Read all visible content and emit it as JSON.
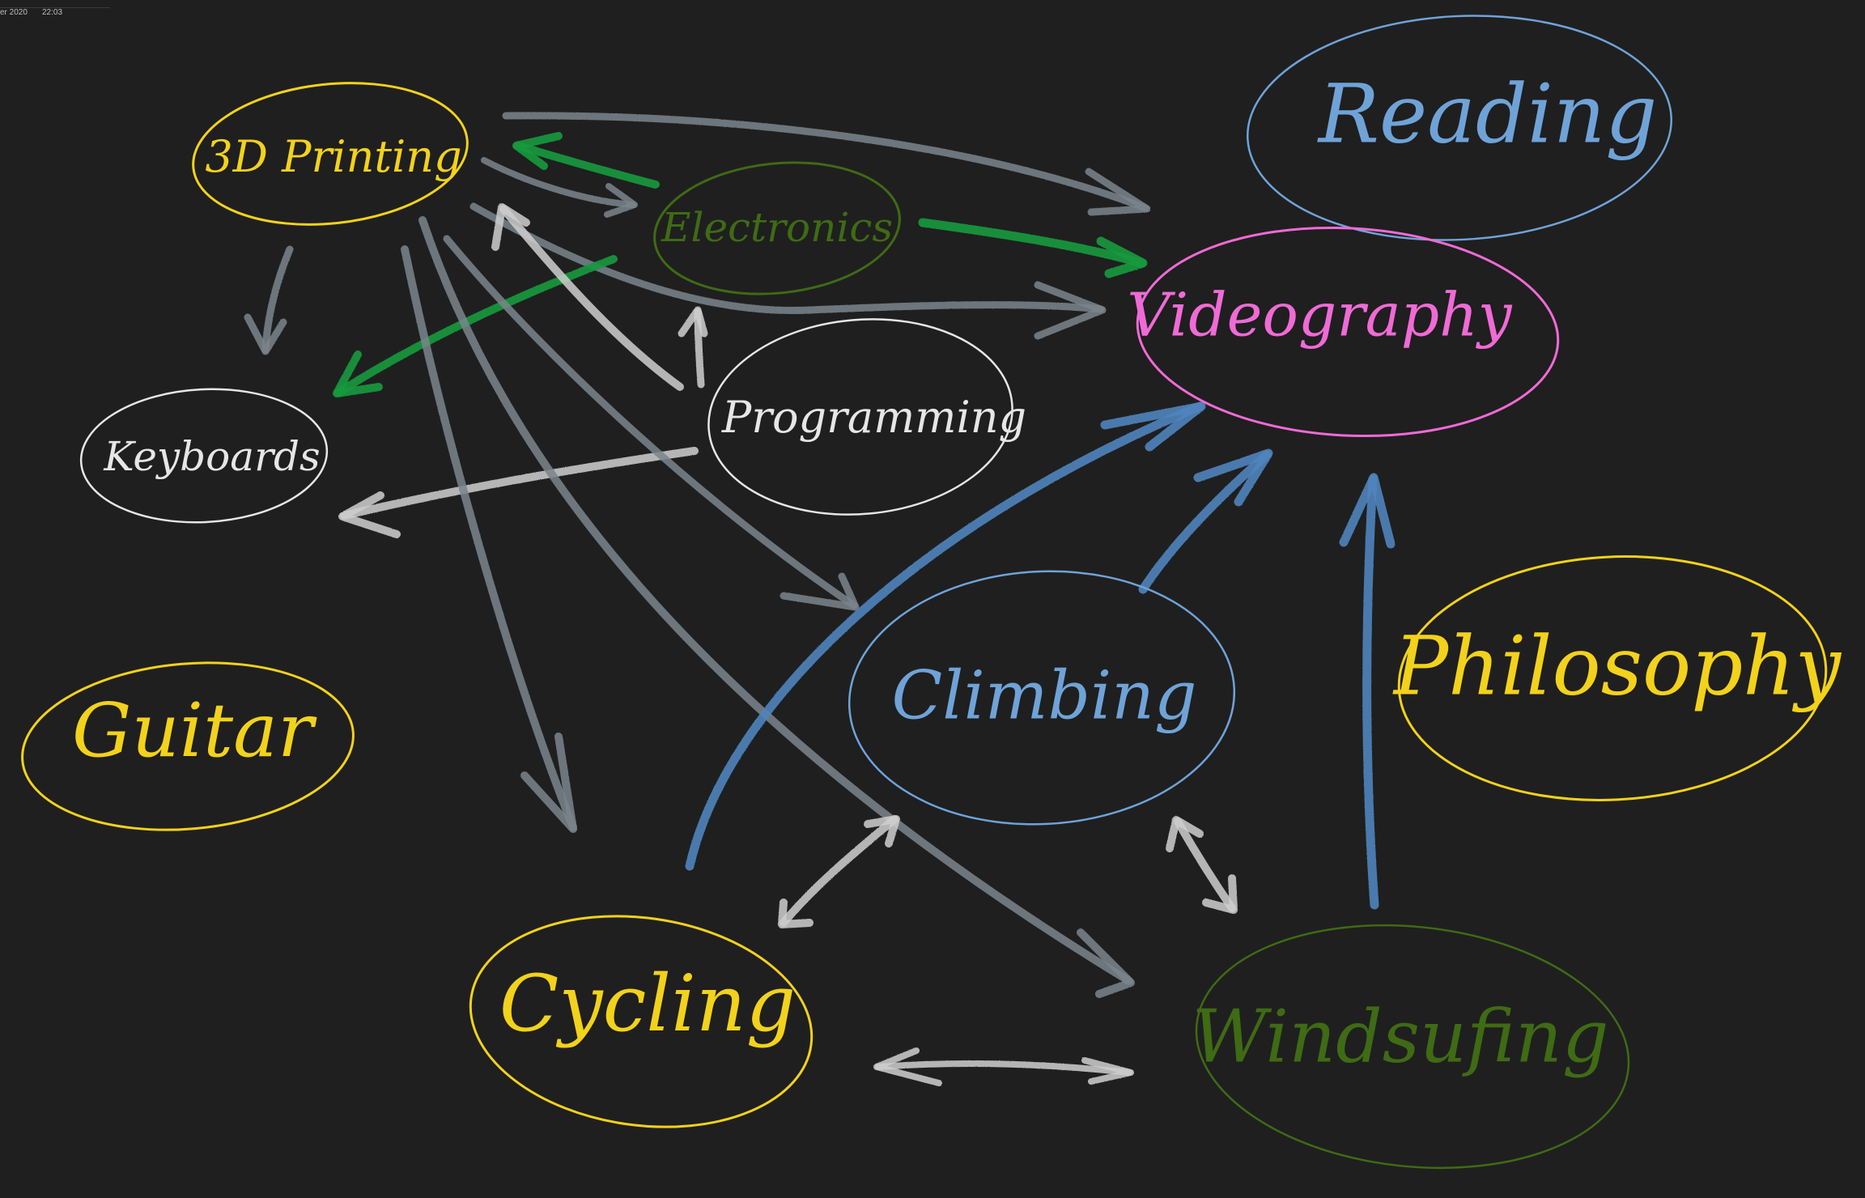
{
  "header": {
    "date_fragment": "er 2020",
    "time": "22:03"
  },
  "palette": {
    "background": "#1f1f1f",
    "yellow": "#f2d21b",
    "green": "#3e6b14",
    "white": "#e6e6e6",
    "blue": "#6fa3d8",
    "pink": "#f06ad6",
    "arrow_gray": "#7b858c",
    "arrow_white": "#cfcfcf",
    "arrow_green": "#149a3e",
    "arrow_blue": "#4f84bd"
  },
  "nodes": [
    {
      "id": "printing-3d",
      "label": "3D Printing",
      "color": "#f2d21b"
    },
    {
      "id": "electronics",
      "label": "Electronics",
      "color": "#3e6b14"
    },
    {
      "id": "reading",
      "label": "Reading",
      "color": "#6fa3d8"
    },
    {
      "id": "videography",
      "label": "Videography",
      "color": "#f06ad6"
    },
    {
      "id": "keyboards",
      "label": "Keyboards",
      "color": "#e6e6e6"
    },
    {
      "id": "programming",
      "label": "Programming",
      "color": "#e6e6e6"
    },
    {
      "id": "guitar",
      "label": "Guitar",
      "color": "#f2d21b"
    },
    {
      "id": "climbing",
      "label": "Climbing",
      "color": "#6fa3d8"
    },
    {
      "id": "philosophy",
      "label": "Philosophy",
      "color": "#f2d21b"
    },
    {
      "id": "cycling",
      "label": "Cycling",
      "color": "#f2d21b"
    },
    {
      "id": "windsurfing",
      "label": "Windsufing",
      "color": "#3e6b14"
    }
  ],
  "edges": [
    {
      "from": "printing-3d",
      "to": "videography",
      "color": "#7b858c"
    },
    {
      "from": "electronics",
      "to": "printing-3d",
      "color": "#149a3e"
    },
    {
      "from": "printing-3d",
      "to": "electronics",
      "color": "#7b858c"
    },
    {
      "from": "electronics",
      "to": "videography",
      "color": "#149a3e"
    },
    {
      "from": "printing-3d",
      "to": "videography",
      "color": "#7b858c"
    },
    {
      "from": "printing-3d",
      "to": "keyboards",
      "color": "#7b858c"
    },
    {
      "from": "electronics",
      "to": "keyboards",
      "color": "#149a3e"
    },
    {
      "from": "programming",
      "to": "printing-3d",
      "color": "#cfcfcf"
    },
    {
      "from": "programming",
      "to": "electronics",
      "color": "#cfcfcf"
    },
    {
      "from": "programming",
      "to": "keyboards",
      "color": "#cfcfcf"
    },
    {
      "from": "printing-3d",
      "to": "cycling",
      "color": "#7b858c"
    },
    {
      "from": "printing-3d",
      "to": "climbing",
      "color": "#7b858c"
    },
    {
      "from": "printing-3d",
      "to": "windsurfing",
      "color": "#7b858c"
    },
    {
      "from": "cycling",
      "to": "videography",
      "color": "#4f84bd"
    },
    {
      "from": "climbing",
      "to": "videography",
      "color": "#4f84bd"
    },
    {
      "from": "windsurfing",
      "to": "videography",
      "color": "#4f84bd"
    },
    {
      "from": "cycling",
      "to": "climbing",
      "color": "#cfcfcf",
      "bidirectional": true
    },
    {
      "from": "climbing",
      "to": "windsurfing",
      "color": "#cfcfcf",
      "bidirectional": true
    },
    {
      "from": "cycling",
      "to": "windsurfing",
      "color": "#cfcfcf",
      "bidirectional": true
    }
  ]
}
